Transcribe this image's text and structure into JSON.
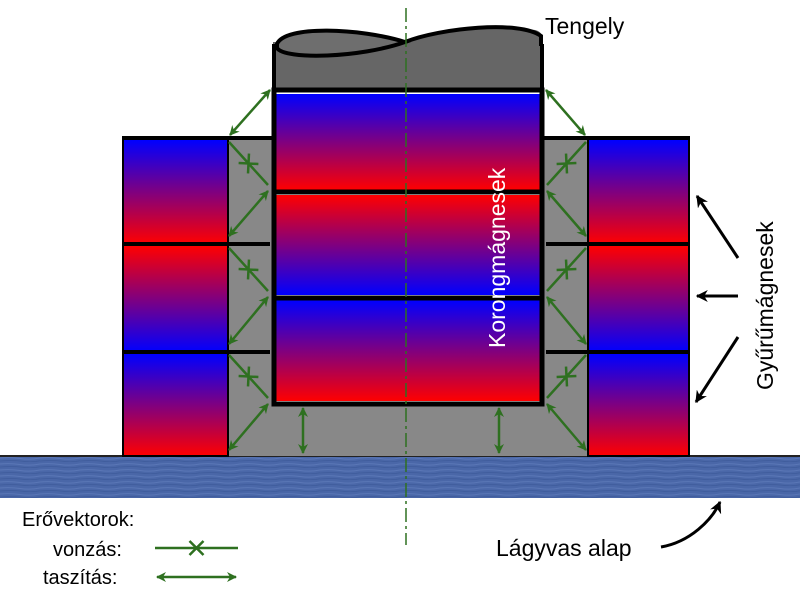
{
  "labels": {
    "shaft": "Tengely",
    "disk_magnets": "Korongmágnesek",
    "ring_magnets": "Gyűrűmágnesek",
    "base": "Lágyvas alap"
  },
  "legend": {
    "title": "Erővektorok:",
    "items": [
      {
        "label": "vonzás:",
        "type": "attraction"
      },
      {
        "label": "taszítás:",
        "type": "repulsion"
      }
    ]
  },
  "colors": {
    "north_pole": "#0000ff",
    "south_pole": "#ff0000",
    "gap_fill": "#888888",
    "shaft_fill": "#666666",
    "base_fill": "#4a67a8",
    "vector_color": "#2e7020",
    "outline": "#000000"
  },
  "disk_magnets": [
    {
      "top_pole": "N",
      "bottom_pole": "S"
    },
    {
      "top_pole": "S",
      "bottom_pole": "N"
    },
    {
      "top_pole": "N",
      "bottom_pole": "S"
    }
  ],
  "ring_magnets": [
    {
      "top_pole": "N",
      "bottom_pole": "S"
    },
    {
      "top_pole": "S",
      "bottom_pole": "N"
    },
    {
      "top_pole": "N",
      "bottom_pole": "S"
    }
  ]
}
